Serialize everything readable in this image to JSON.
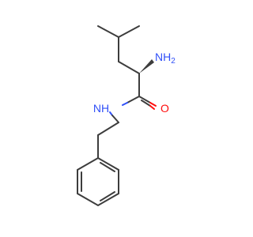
{
  "molecule": {
    "atoms": {
      "nh2": {
        "label": "N",
        "suffix": "H",
        "subscript": "2",
        "color": "#3050f8"
      },
      "nh": {
        "label": "N",
        "suffix": "H",
        "color": "#3050f8"
      },
      "o": {
        "label": "O",
        "color": "#ff0d0d"
      }
    },
    "bond_color": "#3d3d3d"
  }
}
